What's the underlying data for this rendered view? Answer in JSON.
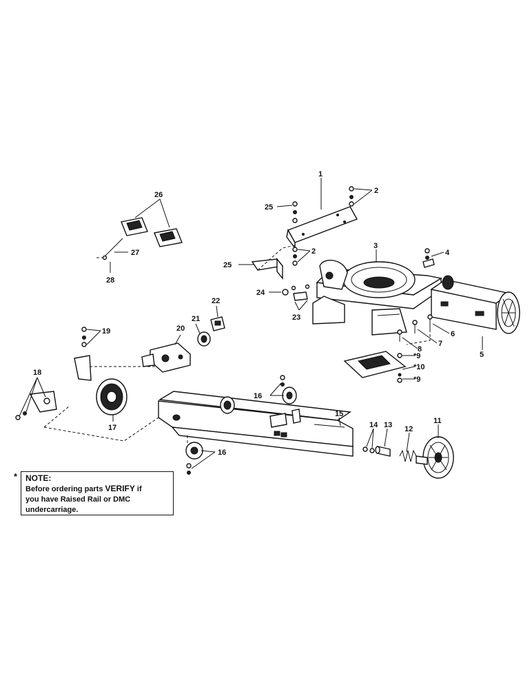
{
  "callouts": {
    "c1": "1",
    "c2a": "2",
    "c2b": "2",
    "c3": "3",
    "c4": "4",
    "c5": "5",
    "c6": "6",
    "c7": "7",
    "c8": "8",
    "c9a": "*9",
    "c9b": "*9",
    "c10": "*10",
    "c11": "11",
    "c12": "12",
    "c13": "13",
    "c14": "14",
    "c15": "15",
    "c16a": "16",
    "c16b": "16",
    "c17": "17",
    "c18": "18",
    "c19": "19",
    "c20": "20",
    "c21": "21",
    "c22": "22",
    "c23": "23",
    "c24": "24",
    "c25a": "25",
    "c25b": "25",
    "c26": "26",
    "c27": "27",
    "c28": "28"
  },
  "note": {
    "star": "*",
    "title": "NOTE:",
    "line1_before": "Before ordering parts ",
    "line1_emph": "VERIFY",
    "line1_after": " if",
    "line2": "you have Raised Rail or DMC",
    "line3": "undercarriage."
  }
}
